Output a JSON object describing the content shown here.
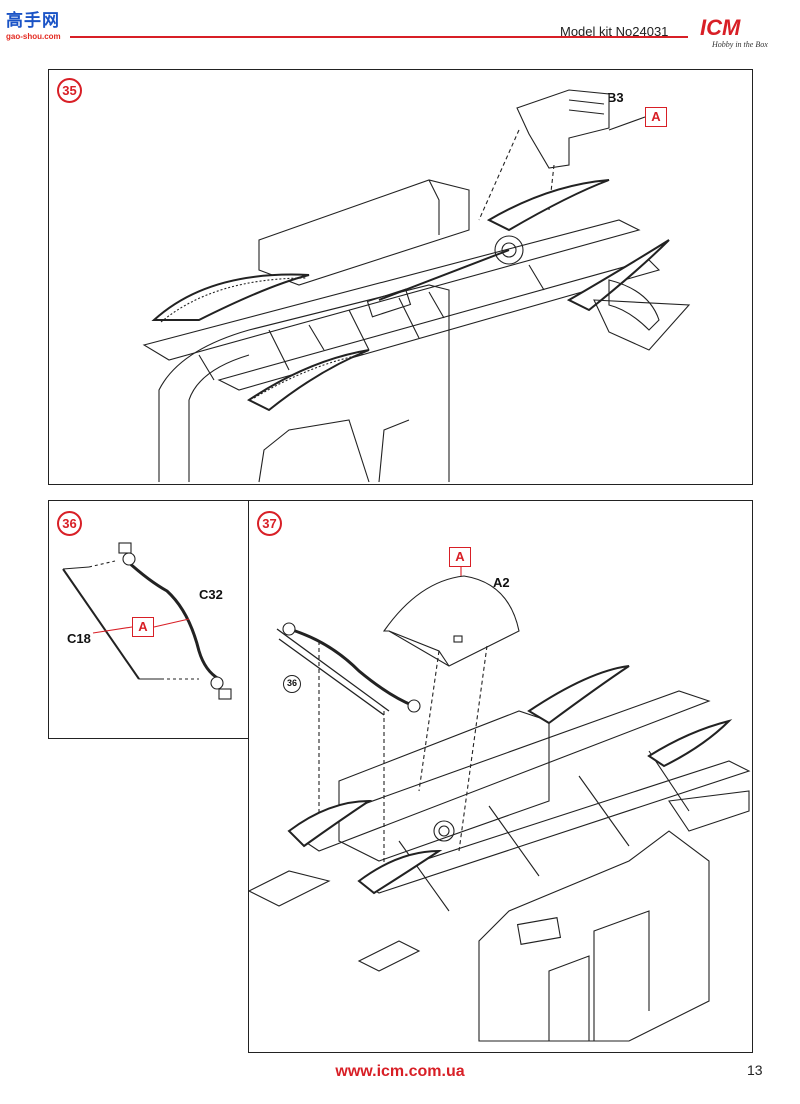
{
  "header": {
    "site_logo_text": "高手网",
    "site_logo_domain": "gao-shou.com",
    "title": "Model kit No24031",
    "brand_logo": "ICM",
    "brand_tagline": "Hobby in the Box"
  },
  "steps": [
    {
      "number": "35",
      "parts": [
        "B3"
      ],
      "subassembly": "A"
    },
    {
      "number": "36",
      "parts": [
        "C32",
        "C18"
      ],
      "subassembly": "A"
    },
    {
      "number": "37",
      "parts": [
        "A2"
      ],
      "subassembly": "A",
      "reference": "36"
    }
  ],
  "footer": {
    "url": "www.icm.com.ua",
    "page_number": "13"
  }
}
